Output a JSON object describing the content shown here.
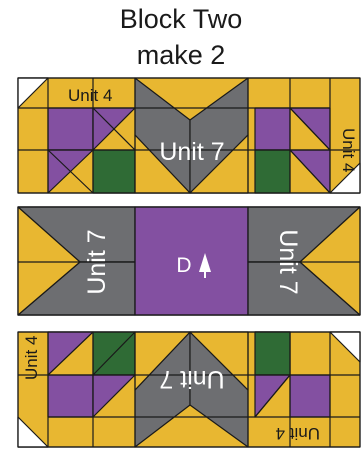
{
  "title": {
    "line1": "Block Two",
    "line2": "make 2"
  },
  "labels": {
    "unit4": "Unit 4",
    "unit7": "Unit 7",
    "center": "D"
  },
  "colors": {
    "gold": "#e8b731",
    "purple": "#8350a1",
    "gray": "#6d6e71",
    "green": "#2f6b35",
    "outline": "#1a1a1a"
  }
}
